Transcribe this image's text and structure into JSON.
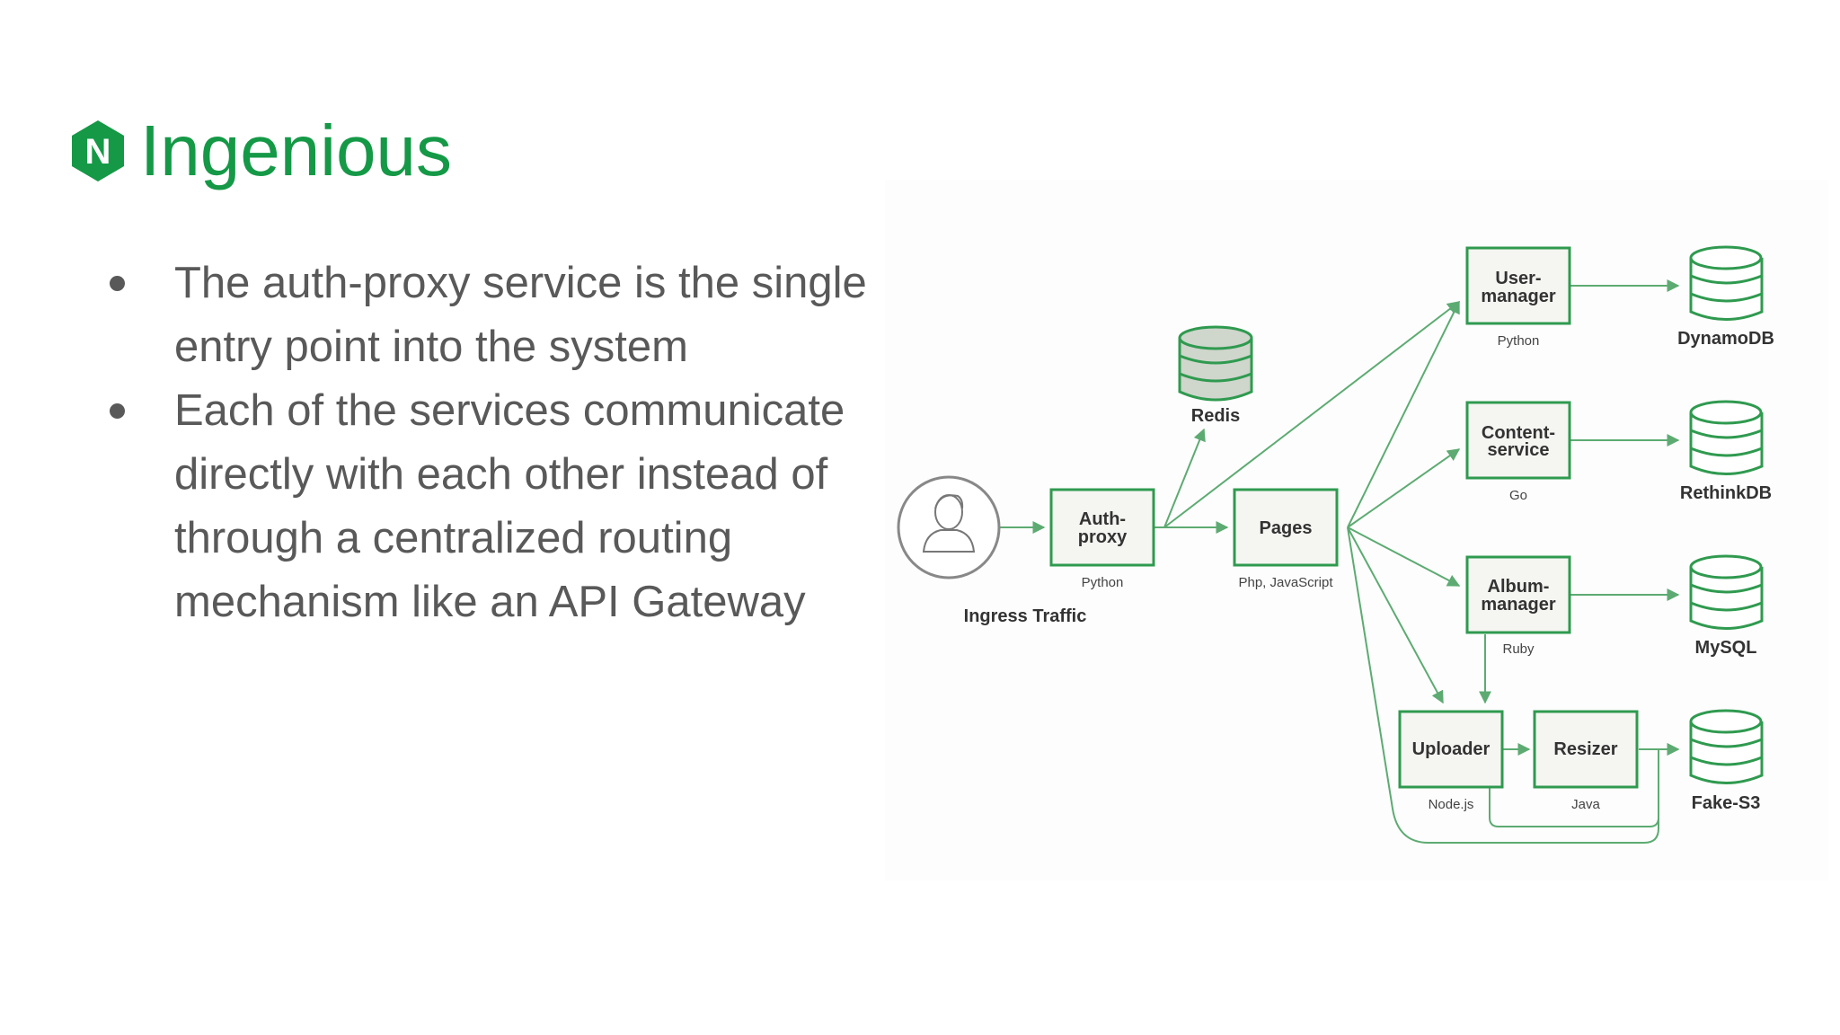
{
  "slide": {
    "title": "Ingenious",
    "logo_letter": "N",
    "bullets": [
      "The auth-proxy service is the single entry point into the system",
      "Each of the services communicate directly with each other instead of through a centralized routing mechanism like an API Gateway"
    ]
  },
  "diagram": {
    "ingress_label": "Ingress Traffic",
    "auth_proxy": {
      "label1": "Auth-",
      "label2": "proxy",
      "lang": "Python"
    },
    "pages": {
      "label": "Pages",
      "lang": "Php, JavaScript"
    },
    "redis": {
      "label": "Redis"
    },
    "user_manager": {
      "label1": "User-",
      "label2": "manager",
      "lang": "Python",
      "db": "DynamoDB"
    },
    "content_service": {
      "label1": "Content-",
      "label2": "service",
      "lang": "Go",
      "db": "RethinkDB"
    },
    "album_manager": {
      "label1": "Album-",
      "label2": "manager",
      "lang": "Ruby",
      "db": "MySQL"
    },
    "uploader": {
      "label": "Uploader",
      "lang": "Node.js"
    },
    "resizer": {
      "label": "Resizer",
      "lang": "Java",
      "db": "Fake-S3"
    }
  },
  "colors": {
    "brand_green": "#159947",
    "body_text": "#595959",
    "node_border": "#2f9a4f",
    "connector": "#5dab72"
  }
}
